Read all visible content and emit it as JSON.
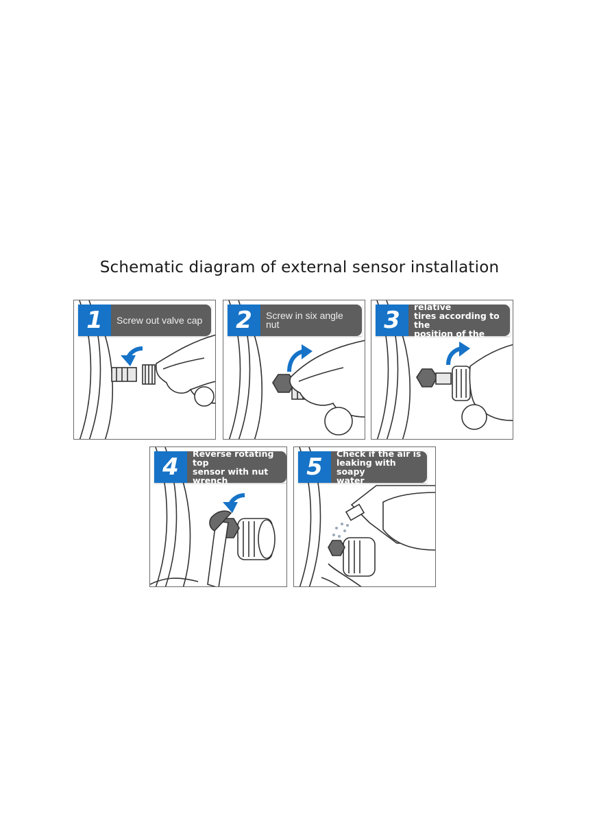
{
  "title": "Schematic diagram of external sensor installation",
  "accent_color": "#1673c7",
  "caption_bg_color": "#5e5e5e",
  "steps": [
    {
      "number": "1",
      "caption": "Screw out valve cap",
      "arrow_icon": "curved-arrow-counterclockwise"
    },
    {
      "number": "2",
      "caption": "Screw in six angle nut",
      "arrow_icon": "curved-arrow-clockwise"
    },
    {
      "number": "3",
      "caption": "Rotate the relative\ntires according to the\nposition of the sensor",
      "arrow_icon": "curved-arrow-clockwise"
    },
    {
      "number": "4",
      "caption": "Reverse rotating top\nsensor with nut wrench",
      "arrow_icon": "curved-arrow-counterclockwise"
    },
    {
      "number": "5",
      "caption": "Check if the air is\nleaking with soapy\nwater",
      "arrow_icon": "spray-icon"
    }
  ]
}
